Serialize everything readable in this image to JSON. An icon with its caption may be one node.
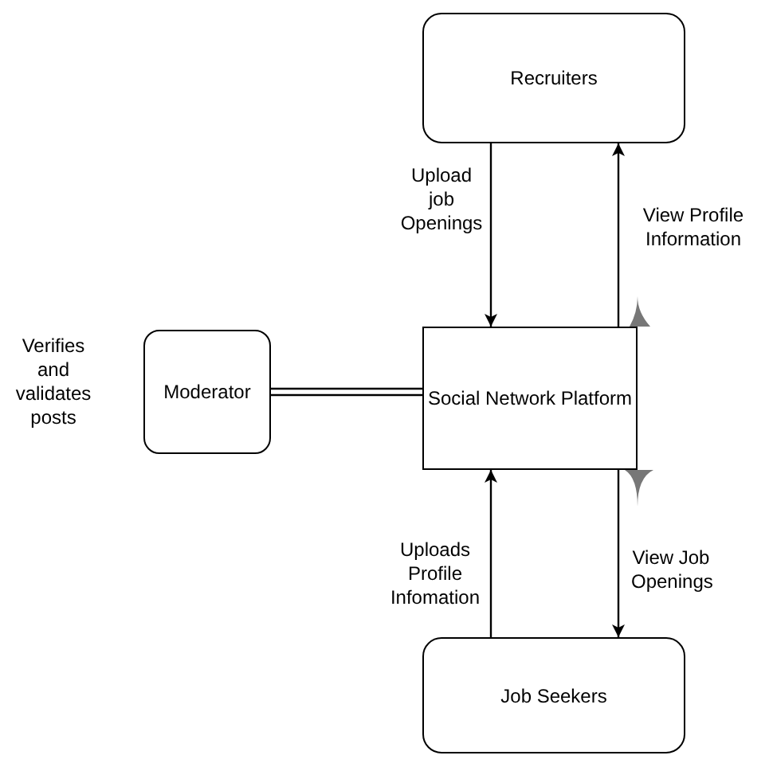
{
  "diagram": {
    "nodes": [
      {
        "text": [
          "Recruiters"
        ]
      },
      {
        "text": [
          "Moderator"
        ],
        "beside": [
          "Verifies and validates posts"
        ]
      },
      {
        "text": [
          "Social Network Platform"
        ]
      },
      {
        "text": [
          "Job Seekers"
        ]
      }
    ],
    "edges": [
      {
        "from": 0,
        "to": 2,
        "arrow": "to",
        "label": "Upload job Openings"
      },
      {
        "from": 2,
        "to": 0,
        "arrow": "to",
        "label": "View Profile Information"
      },
      {
        "from": 1,
        "to": 2,
        "arrow": "none"
      },
      {
        "from": 3,
        "to": 2,
        "arrow": "to",
        "label": "Uploads Profile Infomation"
      },
      {
        "from": 2,
        "to": 3,
        "arrow": "to",
        "label": "View Job Openings"
      }
    ]
  }
}
